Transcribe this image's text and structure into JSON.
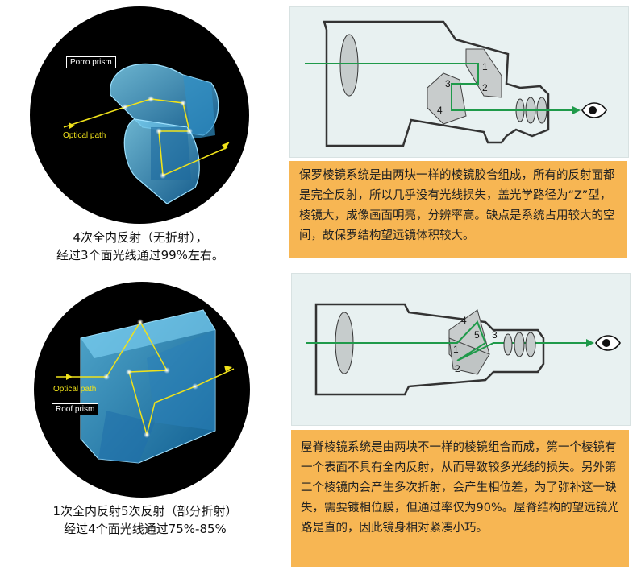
{
  "porro": {
    "tag": "Porro prism",
    "optical_label": "Optical path",
    "caption_line1": "4次全内反射（无折射），",
    "caption_line2": "经过3个面光线通过99%左右。",
    "diagram_numbers": [
      "1",
      "2",
      "3",
      "4"
    ],
    "description": "保罗棱镜系统是由两块一样的棱镜胶合组成，所有的反射面都是完全反射，所以几乎没有光线损失，盖光学路径为“Z”型，棱镜大，成像画面明亮，分辨率高。缺点是系统占用较大的空间，故保罗结构望远镜体积较大。"
  },
  "roof": {
    "tag": "Roof prism",
    "optical_label": "Optical path",
    "caption_line1": "1次全内反射5次反射（部分折射）",
    "caption_line2": "经过4个面光线通过75%-85%",
    "diagram_numbers": [
      "1",
      "2",
      "3",
      "4",
      "5"
    ],
    "description": "屋脊棱镜系统是由两块不一样的棱镜组合而成，第一个棱镜有一个表面不具有全内反射，从而导致较多光线的损失。另外第二个棱镜内会产生多次折射，会产生相位差，为了弥补这一缺失，需要镀相位膜，但通过率仅为90%。屋脊结构的望远镜光路是直的，因此镜身相对紧凑小巧。"
  },
  "colors": {
    "note_bg": "#f7b653",
    "panel_bg": "#e8f1f1",
    "light_path": "#1f9a4a",
    "prism_blue": "#37a6d8",
    "optical_yellow": "#f0e21a"
  }
}
